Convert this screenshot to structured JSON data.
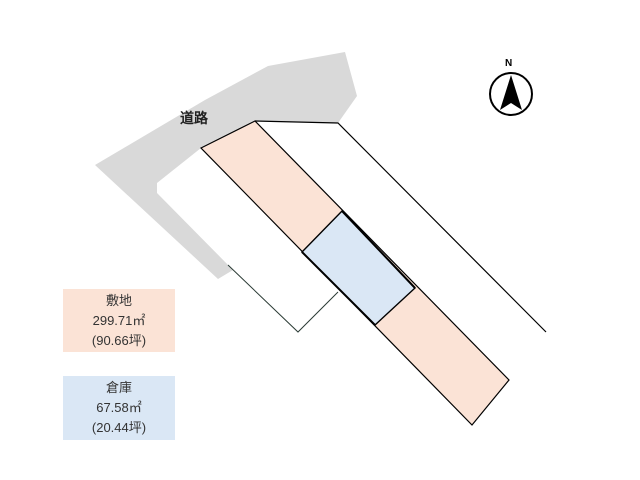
{
  "road": {
    "label": "道路",
    "color": "#d9d9d9"
  },
  "compass": {
    "label": "N",
    "icon": "north-arrow-icon"
  },
  "lot": {
    "color": "#fbe3d6",
    "stroke": "#000000"
  },
  "warehouse": {
    "color": "#dae7f5",
    "stroke": "#000000"
  },
  "legend": {
    "site": {
      "title": "敷地",
      "area_m2": "299.71㎡",
      "area_tsubo": "(90.66坪)",
      "color": "#fbe3d6"
    },
    "warehouse": {
      "title": "倉庫",
      "area_m2": "67.58㎡",
      "area_tsubo": "(20.44坪)",
      "color": "#dae7f5"
    }
  }
}
